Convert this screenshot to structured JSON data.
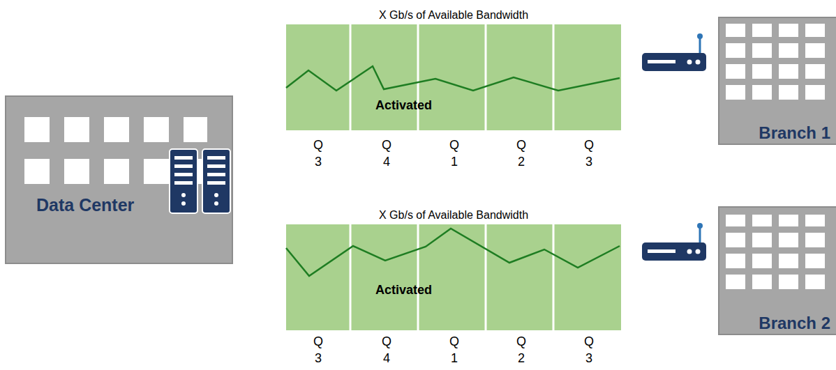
{
  "diagram": {
    "nodes": [
      {
        "text": [
          "Data Center"
        ]
      },
      {
        "text": [
          "X Gb/s of Available Bandwidth",
          "Activated"
        ]
      },
      {
        "text": [
          "Branch 1"
        ]
      },
      {
        "text": [
          "X Gb/s of Available Bandwidth",
          "Activated"
        ]
      },
      {
        "text": [
          "Branch 2"
        ]
      }
    ],
    "labels": [
      "Q 3",
      "Q 4",
      "Q 1",
      "Q 2",
      "Q 3",
      "Q 3",
      "Q 4",
      "Q 1",
      "Q 2",
      "Q 3"
    ]
  }
}
